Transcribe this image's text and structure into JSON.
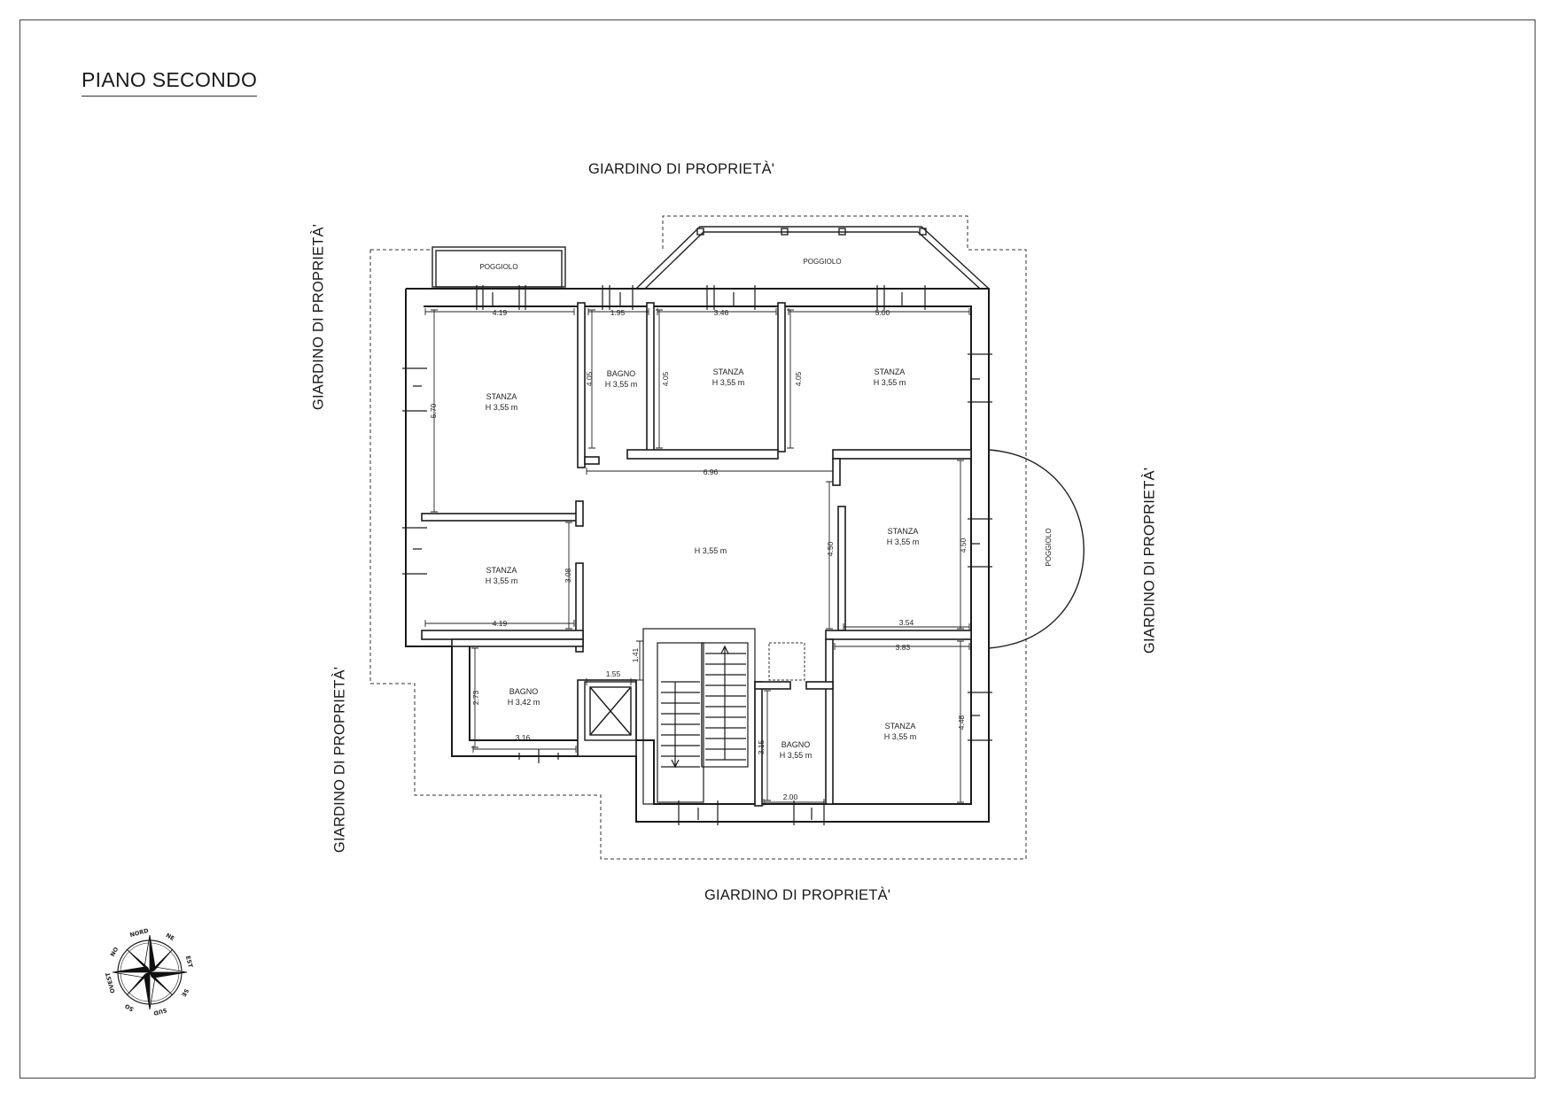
{
  "sheet_title": "PIANO SECONDO",
  "garden_labels": {
    "top": "GIARDINO DI PROPRIETÀ'",
    "bottom": "GIARDINO DI PROPRIETÀ'",
    "left_top": "GIARDINO DI PROPRIETÀ'",
    "left_bottom": "GIARDINO DI PROPRIETÀ'",
    "right": "GIARDINO DI PROPRIETÀ'"
  },
  "balconies": {
    "left": "POGGIOLO",
    "top": "POGGIOLO",
    "right": "POGGIOLO"
  },
  "rooms": {
    "stanza_nw": {
      "name": "STANZA",
      "height": "H 3,55 m"
    },
    "bagno_n": {
      "name": "BAGNO",
      "height": "H 3,55 m"
    },
    "stanza_n": {
      "name": "STANZA",
      "height": "H 3,55 m"
    },
    "stanza_ne": {
      "name": "STANZA",
      "height": "H 3,55 m"
    },
    "corridor": {
      "height": "H 3,55 m"
    },
    "stanza_w": {
      "name": "STANZA",
      "height": "H 3,55 m"
    },
    "stanza_e": {
      "name": "STANZA",
      "height": "H 3,55 m"
    },
    "bagno_sw": {
      "name": "BAGNO",
      "height": "H 3,42 m"
    },
    "bagno_s": {
      "name": "BAGNO",
      "height": "H 3,55 m"
    },
    "stanza_se": {
      "name": "STANZA",
      "height": "H 3,55 m"
    }
  },
  "dimensions": {
    "stanza_nw_w": "4.19",
    "stanza_nw_h": "5.70",
    "bagno_n_w": "1.95",
    "bagno_n_h": "4.05",
    "stanza_n_w": "3.46",
    "stanza_n_h": "4.05",
    "stanza_ne_w": "5.00",
    "stanza_ne_h": "4.05",
    "corridor_w": "6.96",
    "stanza_w_w": "4.19",
    "stanza_w_h": "3.08",
    "stanza_e_w": "3.54",
    "stanza_e_h": "4.50",
    "corridor_h": "4.50",
    "stanza_se_w": "3.83",
    "stanza_se_h": "4.48",
    "bagno_sw_w": "3.16",
    "bagno_sw_h": "2.73",
    "landing_w": "1.55",
    "landing_h": "1.41",
    "bagno_s_w": "2.00",
    "bagno_s_h": "3.15"
  },
  "compass": {
    "labels": [
      "SUD",
      "SO",
      "OVEST",
      "NO",
      "NORD",
      "NE",
      "EST",
      "SE"
    ]
  }
}
